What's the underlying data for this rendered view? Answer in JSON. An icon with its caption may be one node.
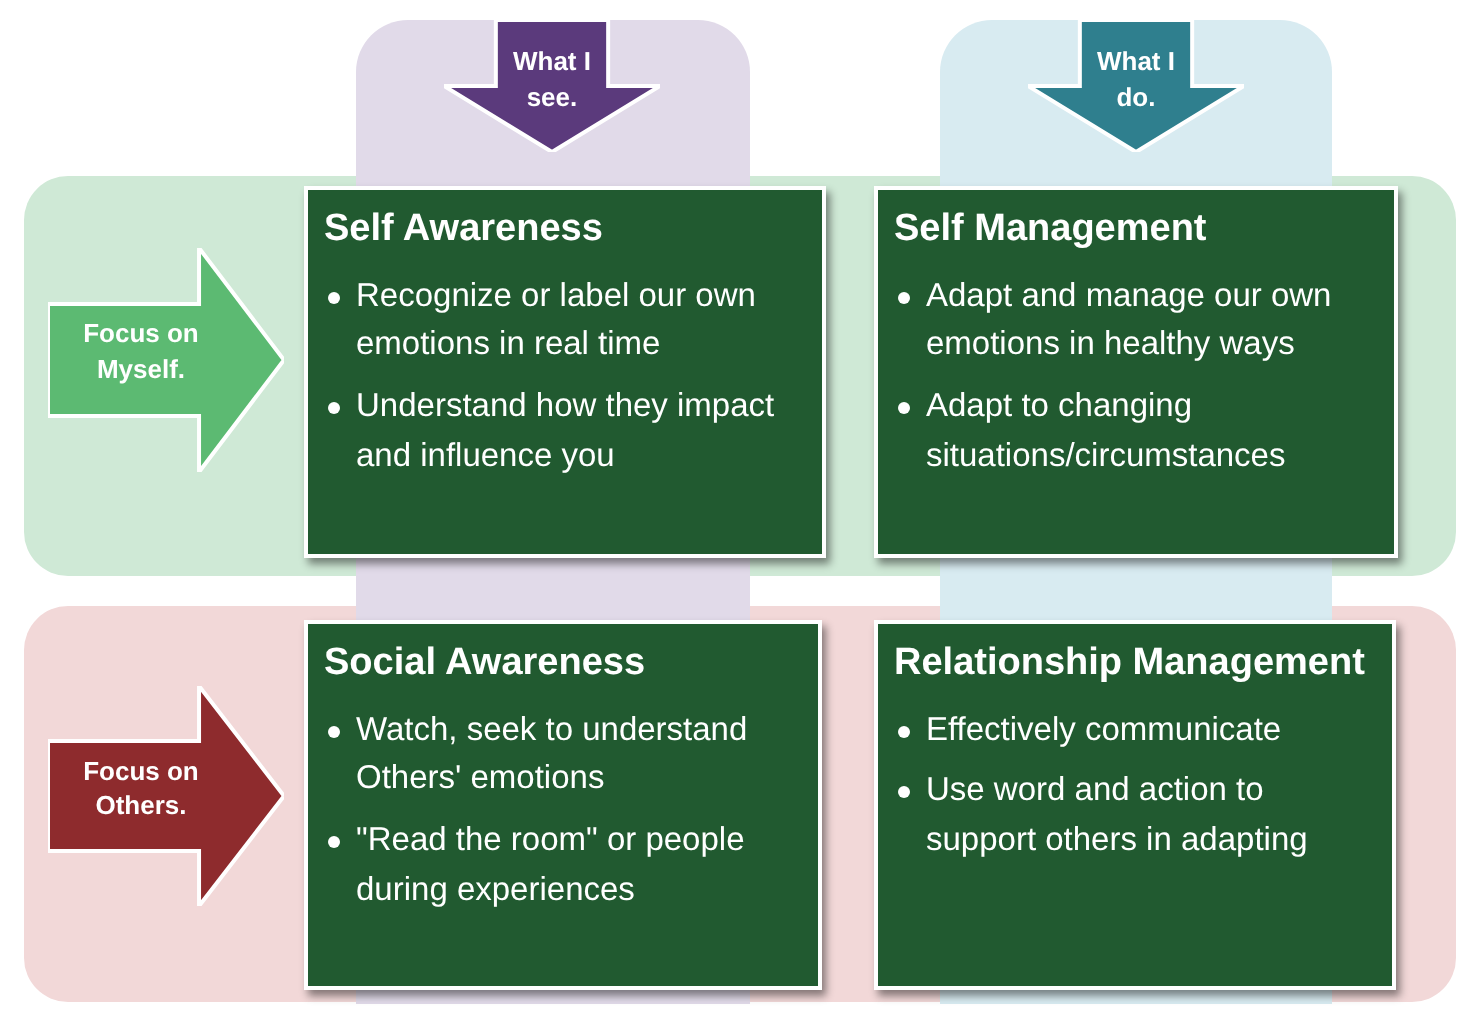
{
  "diagram": {
    "nodes": [
      {
        "text": [
          "What I see."
        ]
      },
      {
        "text": [
          "What I do."
        ]
      },
      {
        "text": [
          "Focus on Myself."
        ]
      },
      {
        "text": [
          "Self Awareness",
          "Recognize or label our own emotions in real time",
          "Understand how they impact and influence you"
        ]
      },
      {
        "text": [
          "Self Management",
          "Adapt and manage our own emotions in healthy ways",
          "Adapt to changing situations/circumstances"
        ]
      },
      {
        "text": [
          "Focus on Others."
        ]
      },
      {
        "text": [
          "Social Awareness",
          "Watch, seek to understand Others' emotions",
          "\"Read the room\" or people during experiences"
        ]
      },
      {
        "text": [
          "Relationship Management",
          "Effectively communicate",
          "Use word and action to support others in adapting"
        ]
      }
    ]
  }
}
